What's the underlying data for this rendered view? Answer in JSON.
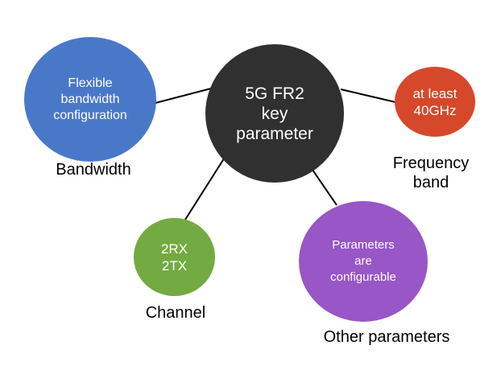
{
  "center": {
    "text": "5G FR2\nkey\nparameter",
    "color": "#303030"
  },
  "nodes": {
    "bandwidth": {
      "text": "Flexible\nbandwidth\nconfiguration",
      "label": "Bandwidth",
      "color": "#4a78c9"
    },
    "frequency": {
      "text": "at least\n40GHz",
      "label": "Frequency\nband",
      "color": "#d6482a"
    },
    "channel": {
      "text": "2RX\n2TX",
      "label": "Channel",
      "color": "#73aa41"
    },
    "other": {
      "text": "Parameters\nare\nconfigurable",
      "label": "Other parameters",
      "color": "#9856c6"
    }
  }
}
